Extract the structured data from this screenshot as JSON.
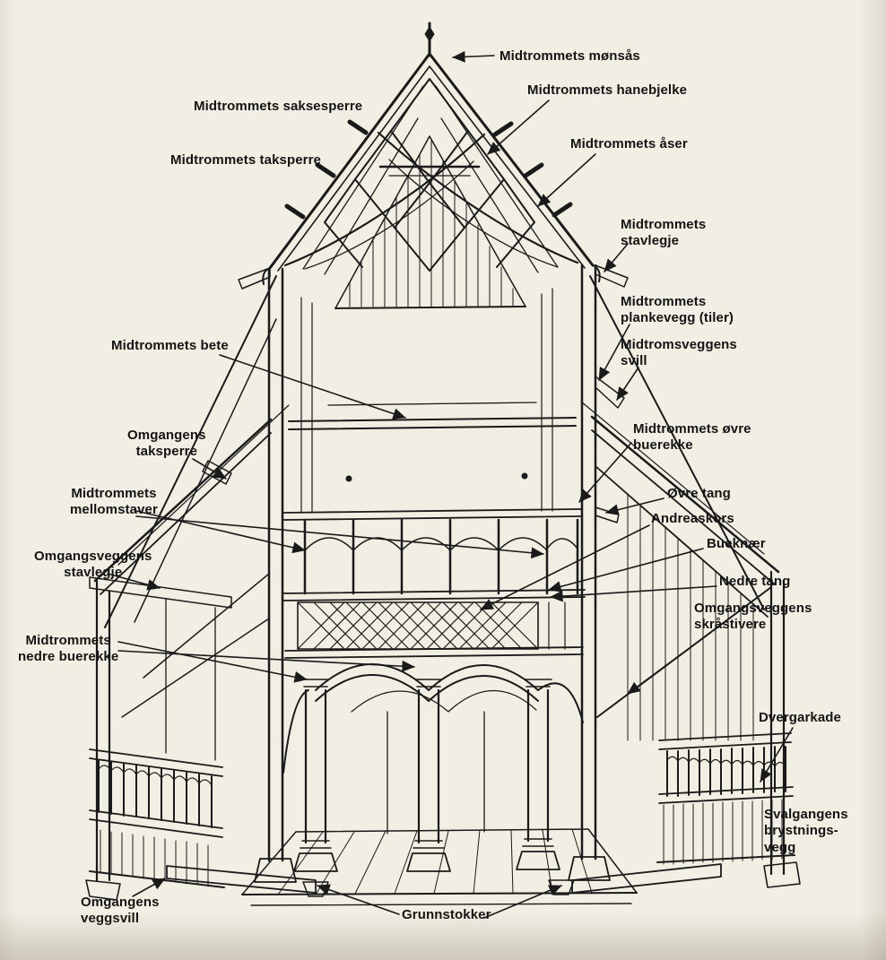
{
  "palette": {
    "paper": "#f1eee4",
    "ink": "#1a1a1a"
  },
  "labels": {
    "saksesperre": "Midtrommets saksesperre",
    "taksperre": "Midtrommets taksperre",
    "monsas": "Midtrommets mønsås",
    "hanebjelke": "Midtrommets hanebjelke",
    "aser": "Midtrommets åser",
    "stavlegje_midtrom": "Midtrommets\nstavlegje",
    "plankevegg": "Midtrommets\nplankevegg (tiler)",
    "svill_midtrom": "Midtromsveggens\nsvill",
    "bete": "Midtrommets bete",
    "omgang_taksperre": "Omgangens\ntaksperre",
    "ovre_buerekke": "Midtrommets øvre\nbuerekke",
    "mellomstaver": "Midtrommets\nmellomstaver",
    "ovre_tang": "Øvre tang",
    "andreaskors": "Andreaskors",
    "omgangsveggens_stavlegje": "Omgangsveggens\nstavlegje",
    "bueknaer": "Bueknær",
    "nedre_tang": "Nedre tang",
    "skrastivere": "Omgangsveggens\nskråstivere",
    "nedre_buerekke": "Midtrommets\nnedre buerekke",
    "dvergarkade": "Dvergarkade",
    "svalgang": "Svalgangens\nbrystnings-\nvegg",
    "veggsvill": "Omgangens\nveggsvill",
    "grunnstokker": "Grunnstokker"
  }
}
